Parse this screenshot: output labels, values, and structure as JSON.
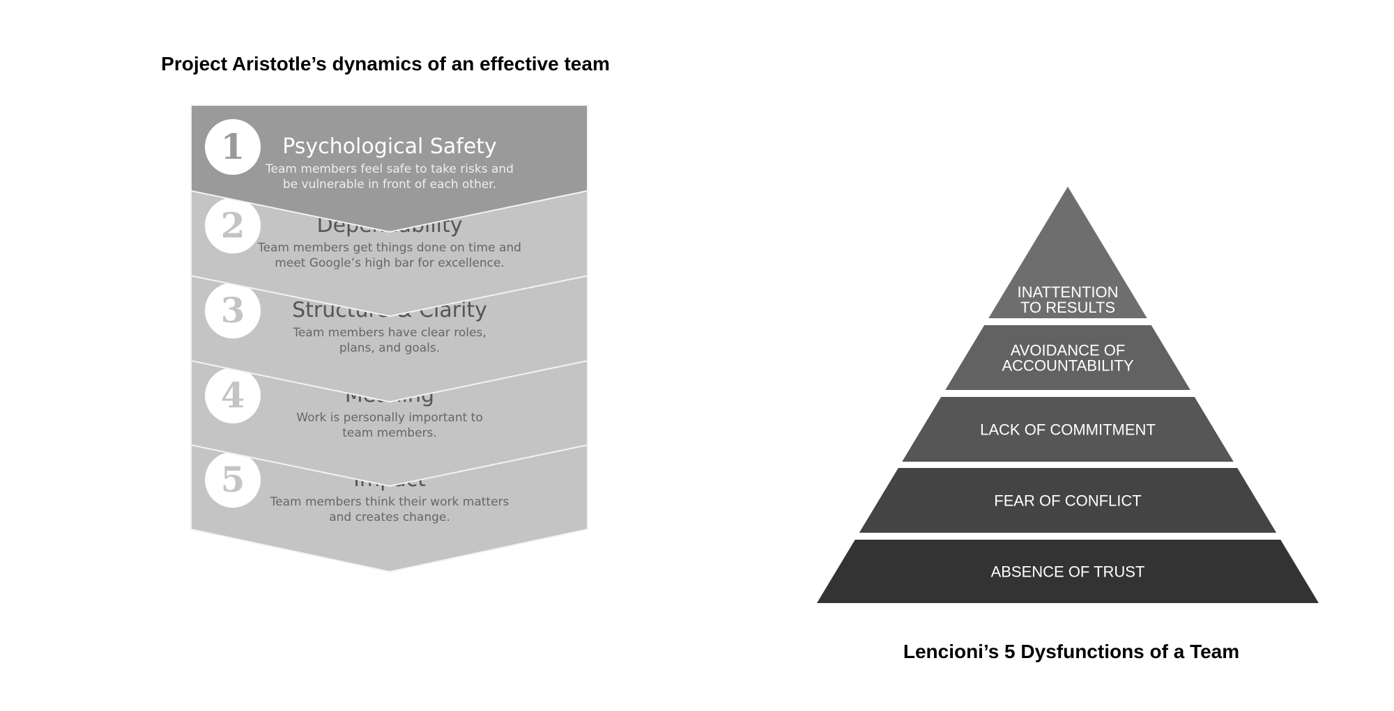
{
  "left": {
    "title": "Project Aristotle’s dynamics of an effective team",
    "items": [
      {
        "number": "1",
        "heading": "Psychological Safety",
        "line1": "Team members feel safe to take risks and",
        "line2": "be vulnerable in front of each other."
      },
      {
        "number": "2",
        "heading": "Dependability",
        "line1": "Team members get things done on time and",
        "line2": "meet Google’s high bar for excellence."
      },
      {
        "number": "3",
        "heading": "Structure & Clarity",
        "line1": "Team members have clear roles,",
        "line2": "plans, and goals."
      },
      {
        "number": "4",
        "heading": "Meaning",
        "line1": "Work is personally important to",
        "line2": "team members."
      },
      {
        "number": "5",
        "heading": "Impact",
        "line1": "Team members think their work matters",
        "line2": "and creates change."
      }
    ]
  },
  "right": {
    "title": "Lencioni’s 5 Dysfunctions of a Team",
    "tiers": [
      {
        "line1": "INATTENTION",
        "line2": "TO RESULTS",
        "color": "#6e6e6e"
      },
      {
        "line1": "AVOIDANCE OF",
        "line2": "ACCOUNTABILITY",
        "color": "#626262"
      },
      {
        "line1": "LACK OF COMMITMENT",
        "line2": "",
        "color": "#565656"
      },
      {
        "line1": "FEAR OF CONFLICT",
        "line2": "",
        "color": "#444444"
      },
      {
        "line1": "ABSENCE OF TRUST",
        "line2": "",
        "color": "#333333"
      }
    ]
  }
}
